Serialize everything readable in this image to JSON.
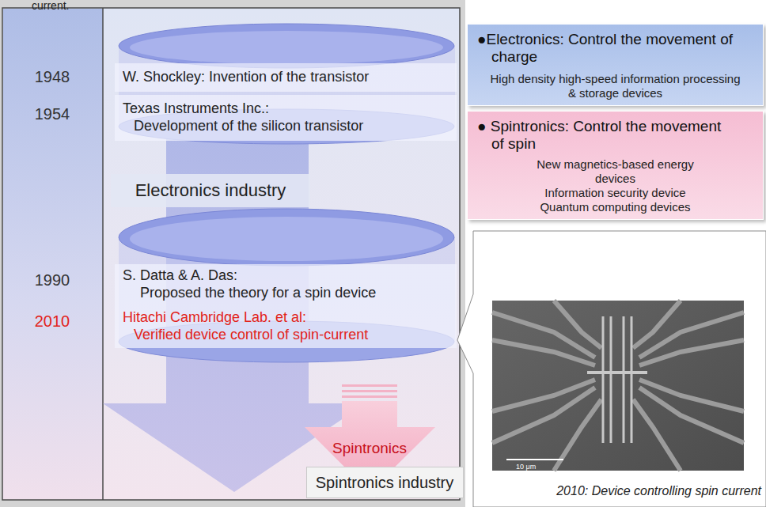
{
  "diagram": {
    "caption": "2010: Device controlling spin current",
    "nodes": [
      {
        "text": [
          "W. Shockley: Invention of the transistor"
        ]
      },
      {
        "text": [
          "Texas Instruments Inc.:",
          "Development of the silicon transistor"
        ]
      },
      {
        "text": [
          "Electronics industry"
        ]
      },
      {
        "text": [
          "S. Datta & A. Das:",
          "Proposed the theory for a spin device"
        ]
      },
      {
        "text": [
          "Hitachi Cambridge Lab. et al:",
          "Verified device control of spin-current"
        ]
      },
      {
        "text": [
          "Spintronics"
        ]
      },
      {
        "text": [
          "Spintronics industry"
        ]
      },
      {
        "text": [
          "●Electronics: Control the movement of charge",
          "High density high-speed information processing & storage devices"
        ]
      },
      {
        "text": [
          "● Spintronics: Control the movement of spin",
          "New magnetics-based energy devices",
          "Information security device",
          "Quantum computing devices"
        ]
      }
    ],
    "labels": [
      "current.",
      "1948",
      "1954",
      "1990",
      "2010",
      "10 μm"
    ]
  }
}
